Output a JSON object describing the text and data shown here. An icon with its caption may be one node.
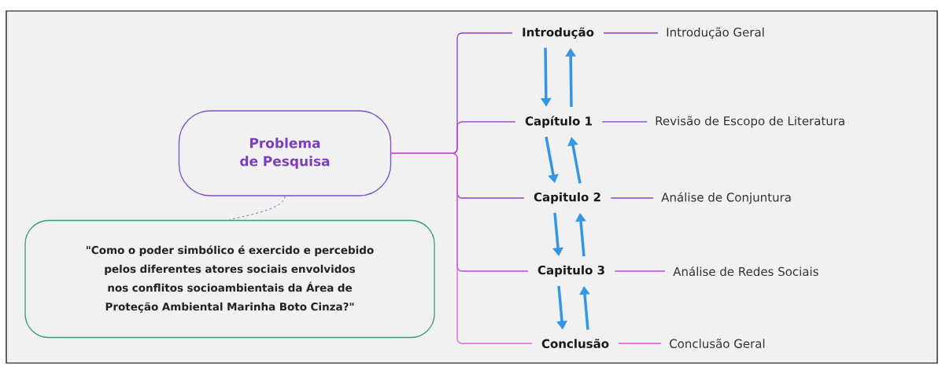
{
  "diagram": {
    "nodes": [
      {
        "text": [
          "Problema de Pesquisa"
        ]
      },
      {
        "text": [
          "\"Como o poder simbólico é exercido e percebido  pelos diferentes atores sociais envolvidos nos conflitos socioambientais da Área de Proteção Ambiental Marinha Boto Cinza?\""
        ]
      },
      {
        "text": [
          "Introdução"
        ]
      },
      {
        "text": [
          "Capítulo 1"
        ]
      },
      {
        "text": [
          "Capitulo 2"
        ]
      },
      {
        "text": [
          "Capitulo 3"
        ]
      },
      {
        "text": [
          "Conclusão"
        ]
      },
      {
        "text": [
          "Introdução Geral"
        ]
      },
      {
        "text": [
          "Revisão de Escopo de Literatura"
        ]
      },
      {
        "text": [
          "Análise de Conjuntura"
        ]
      },
      {
        "text": [
          "Análise de Redes Sociais"
        ]
      },
      {
        "text": [
          "Conclusão Geral"
        ]
      }
    ],
    "edges": [
      {
        "from": 0,
        "to": 1,
        "arrow": "none",
        "style": "dashed",
        "color": "#7b4fc9"
      },
      {
        "from": 0,
        "to": 2,
        "arrow": "none",
        "color": "#8a3fd0"
      },
      {
        "from": 0,
        "to": 3,
        "arrow": "none",
        "color": "#a24ad6"
      },
      {
        "from": 0,
        "to": 4,
        "arrow": "none",
        "color": "#8a3fd0"
      },
      {
        "from": 0,
        "to": 5,
        "arrow": "none",
        "color": "#b24fd8"
      },
      {
        "from": 0,
        "to": 6,
        "arrow": "none",
        "color": "#e060d8"
      },
      {
        "from": 2,
        "to": 7,
        "arrow": "none",
        "color": "#8a3fd0"
      },
      {
        "from": 3,
        "to": 8,
        "arrow": "none",
        "color": "#a24ad6"
      },
      {
        "from": 4,
        "to": 9,
        "arrow": "none",
        "color": "#8a3fd0"
      },
      {
        "from": 5,
        "to": 10,
        "arrow": "none",
        "color": "#b24fd8"
      },
      {
        "from": 6,
        "to": 11,
        "arrow": "none",
        "color": "#e645d8"
      },
      {
        "from": 2,
        "to": 3,
        "arrow": "to",
        "style": "thick",
        "color": "#3497e6"
      },
      {
        "from": 3,
        "to": 2,
        "arrow": "to",
        "style": "thick",
        "color": "#3497e6"
      },
      {
        "from": 3,
        "to": 4,
        "arrow": "to",
        "style": "thick",
        "color": "#3497e6"
      },
      {
        "from": 4,
        "to": 3,
        "arrow": "to",
        "style": "thick",
        "color": "#3497e6"
      },
      {
        "from": 4,
        "to": 5,
        "arrow": "to",
        "style": "thick",
        "color": "#3497e6"
      },
      {
        "from": 5,
        "to": 4,
        "arrow": "to",
        "style": "thick",
        "color": "#3497e6"
      },
      {
        "from": 5,
        "to": 6,
        "arrow": "to",
        "style": "thick",
        "color": "#3497e6"
      },
      {
        "from": 6,
        "to": 5,
        "arrow": "to",
        "style": "thick",
        "color": "#3497e6"
      }
    ]
  }
}
